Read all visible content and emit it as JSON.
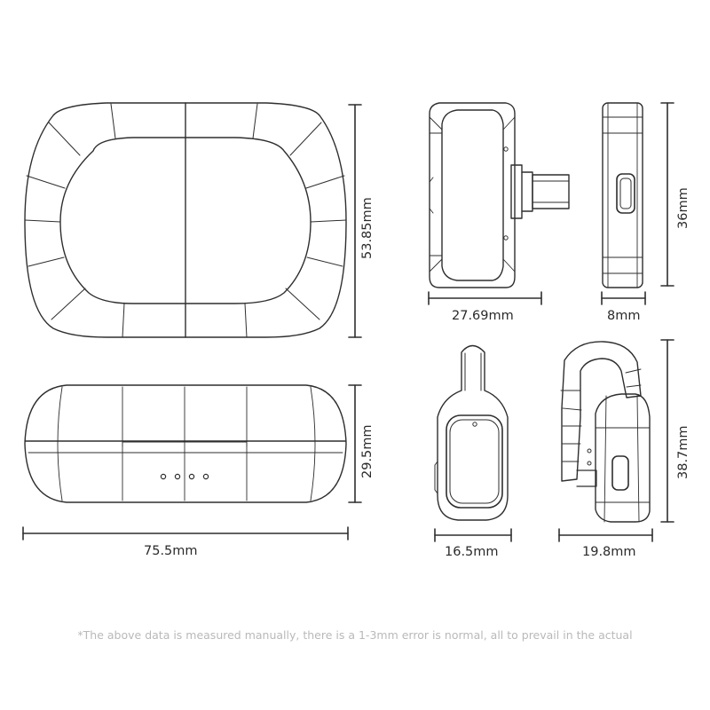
{
  "dimensions": {
    "case_height": "53.85mm",
    "case_depth": "29.5mm",
    "case_width": "75.5mm",
    "earbud_front_width": "27.69mm",
    "earbud_side_width": "8mm",
    "earbud_height_top": "36mm",
    "earbud_bottom_width": "16.5mm",
    "earbud_hook_width": "19.8mm",
    "earbud_hook_height": "38.7mm"
  },
  "footnote": "*The above data is measured manually, there is a 1-3mm error is normal, all to prevail in the actual",
  "colors": {
    "line": "#2e2e2e",
    "text": "#2a2a2a",
    "note": "#b9b9b9"
  }
}
